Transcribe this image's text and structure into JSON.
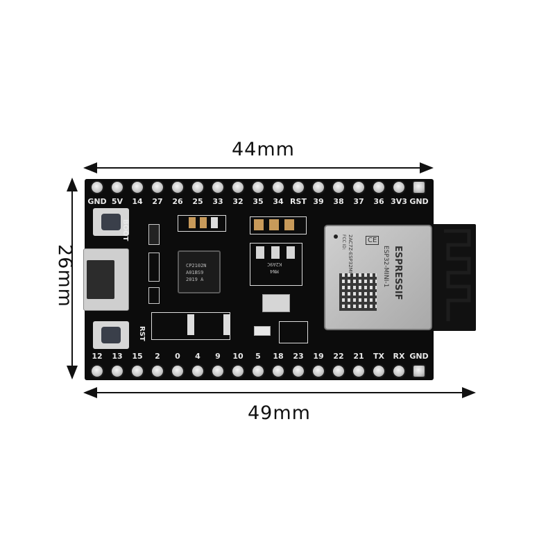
{
  "dimensions": {
    "top_width": "44mm",
    "bottom_width": "49mm",
    "height": "26mm"
  },
  "board": {
    "top_pins": [
      "GND",
      "5V",
      "14",
      "27",
      "26",
      "25",
      "33",
      "32",
      "35",
      "34",
      "RST",
      "39",
      "38",
      "37",
      "36",
      "3V3",
      "GND"
    ],
    "bottom_pins": [
      "12",
      "13",
      "15",
      "2",
      "0",
      "4",
      "9",
      "10",
      "5",
      "18",
      "23",
      "19",
      "22",
      "21",
      "TX",
      "RX",
      "GND"
    ],
    "boot_button_label": "BOOT",
    "rst_button_label": "RST",
    "usb_chip_text": [
      "CP2102N",
      "A01BS9",
      "2019 A"
    ],
    "regulator_text": [
      "MN4",
      "K2A9C"
    ],
    "module_brand": "ESPRESSIF",
    "module_model": "ESP32-MINI-1",
    "module_id": "2AC7Z-ESP32MINI1",
    "module_fcc": "FCC ID:",
    "module_ce": "CE",
    "colors": {
      "pcb": "#0c0c0c",
      "silkscreen": "#e9e9e9",
      "module": "#bdbdbd",
      "pins": "#c9c9c9"
    }
  }
}
